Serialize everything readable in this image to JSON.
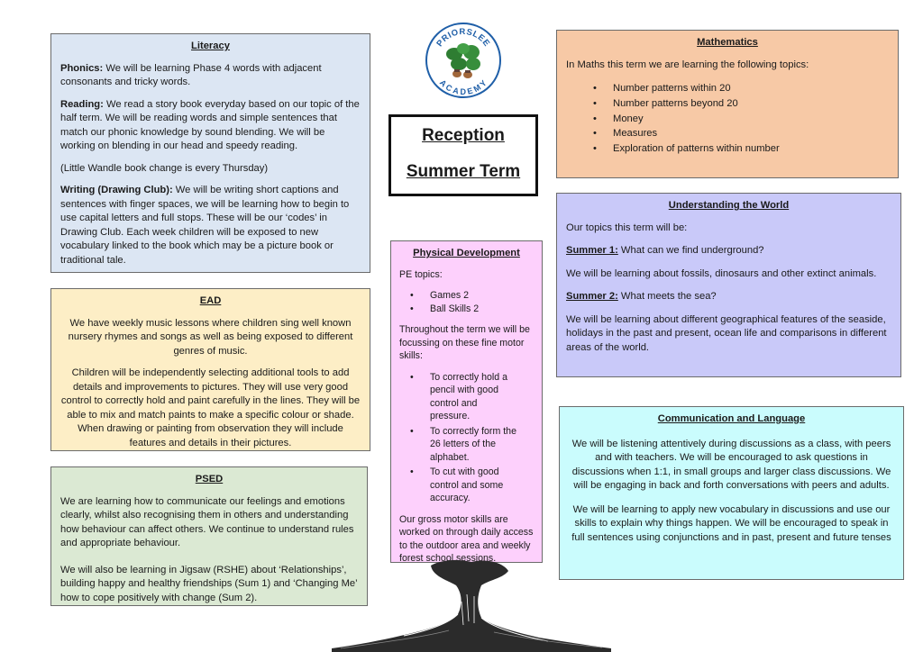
{
  "literacy": {
    "title": "Literacy",
    "phonics_label": "Phonics:",
    "phonics_text": " We will be learning Phase 4 words with adjacent consonants and tricky words.",
    "reading_label": "Reading:",
    "reading_text": " We read a story book everyday based on our topic of the half term. We will be reading words and simple sentences that match our phonic knowledge by sound blending. We will be working on blending in our head and speedy reading.",
    "book_change": "(Little Wandle book change is every Thursday)",
    "writing_label": "Writing (Drawing Club):",
    "writing_text": " We will be writing short captions and sentences with finger spaces, we will be learning how to begin to use capital letters and full stops. These will be our ‘codes’ in Drawing Club. Each week children will be exposed to new vocabulary linked to the book which may be a picture book or traditional tale."
  },
  "ead": {
    "title": "EAD",
    "p1": "We have weekly music lessons where children sing well known nursery rhymes and songs as well as being exposed to different genres of music.",
    "p2": "Children will be independently selecting additional tools to add details and improvements to pictures. They will use very good control to correctly hold and paint carefully in the lines. They will be able to mix and match paints to make a specific colour or shade. When drawing or painting from observation they will include features and details in their pictures."
  },
  "psed": {
    "title": "PSED",
    "p1": "We are learning how to communicate our feelings and emotions clearly, whilst also recognising them in others and understanding how behaviour can affect others. We continue to understand rules and appropriate behaviour.",
    "p2": "We will also be learning in Jigsaw (RSHE) about ‘Relationships’, building happy and healthy friendships (Sum 1) and ‘Changing Me’ how to cope positively with change (Sum 2)."
  },
  "physical": {
    "title": "Physical Development",
    "pe_label": "PE topics:",
    "pe_topics": [
      "Games 2",
      "Ball Skills 2"
    ],
    "fine_intro": "Throughout the term we will be focussing on these fine motor skills:",
    "fine_skills": [
      "To correctly hold a pencil with good control and pressure.",
      "To correctly form the 26 letters of the alphabet.",
      "To cut with good control and some accuracy."
    ],
    "gross": "Our gross motor skills are worked on through daily access to the outdoor area and weekly forest school sessions."
  },
  "heading": {
    "line1": "Reception",
    "line2": "Summer Term"
  },
  "logo": {
    "top_text": "PRIORSLEE",
    "bottom_text": "ACADEMY"
  },
  "maths": {
    "title": "Mathematics",
    "intro": "In Maths this term we are learning the following topics:",
    "topics": [
      "Number patterns within 20",
      "Number patterns beyond 20",
      "Money",
      "Measures",
      "Exploration of patterns within number"
    ]
  },
  "world": {
    "title": "Understanding the World",
    "intro": "Our topics this term will be:",
    "s1_label": "Summer 1:",
    "s1_text": " What can we find underground?",
    "s1_detail": "We will be learning about fossils, dinosaurs and other extinct animals.",
    "s2_label": "Summer 2:",
    "s2_text": " What meets the sea?",
    "s2_detail": "We will be learning about different geographical features of the seaside, holidays in the past and present, ocean life and comparisons in different areas of the world."
  },
  "communication": {
    "title": "Communication and Language",
    "p1": "We will be listening attentively during discussions as a class, with peers and with teachers. We will be encouraged to ask questions in discussions when 1:1, in small groups and larger class discussions. We will be engaging in back and forth conversations with peers and adults.",
    "p2": "We will be learning to apply new vocabulary in discussions and use our skills to explain why things happen. We will be encouraged to speak in full sentences using conjunctions and in past, present and future tenses"
  },
  "colors": {
    "literacy": "#dce6f3",
    "ead": "#fdeec6",
    "psed": "#dbe9d3",
    "physical": "#fdd0fc",
    "maths": "#f7c9a6",
    "world": "#c9c9f9",
    "communication": "#cafcfd",
    "logo_text": "#1f5fa8",
    "logo_leaves": "#2e7d32"
  }
}
